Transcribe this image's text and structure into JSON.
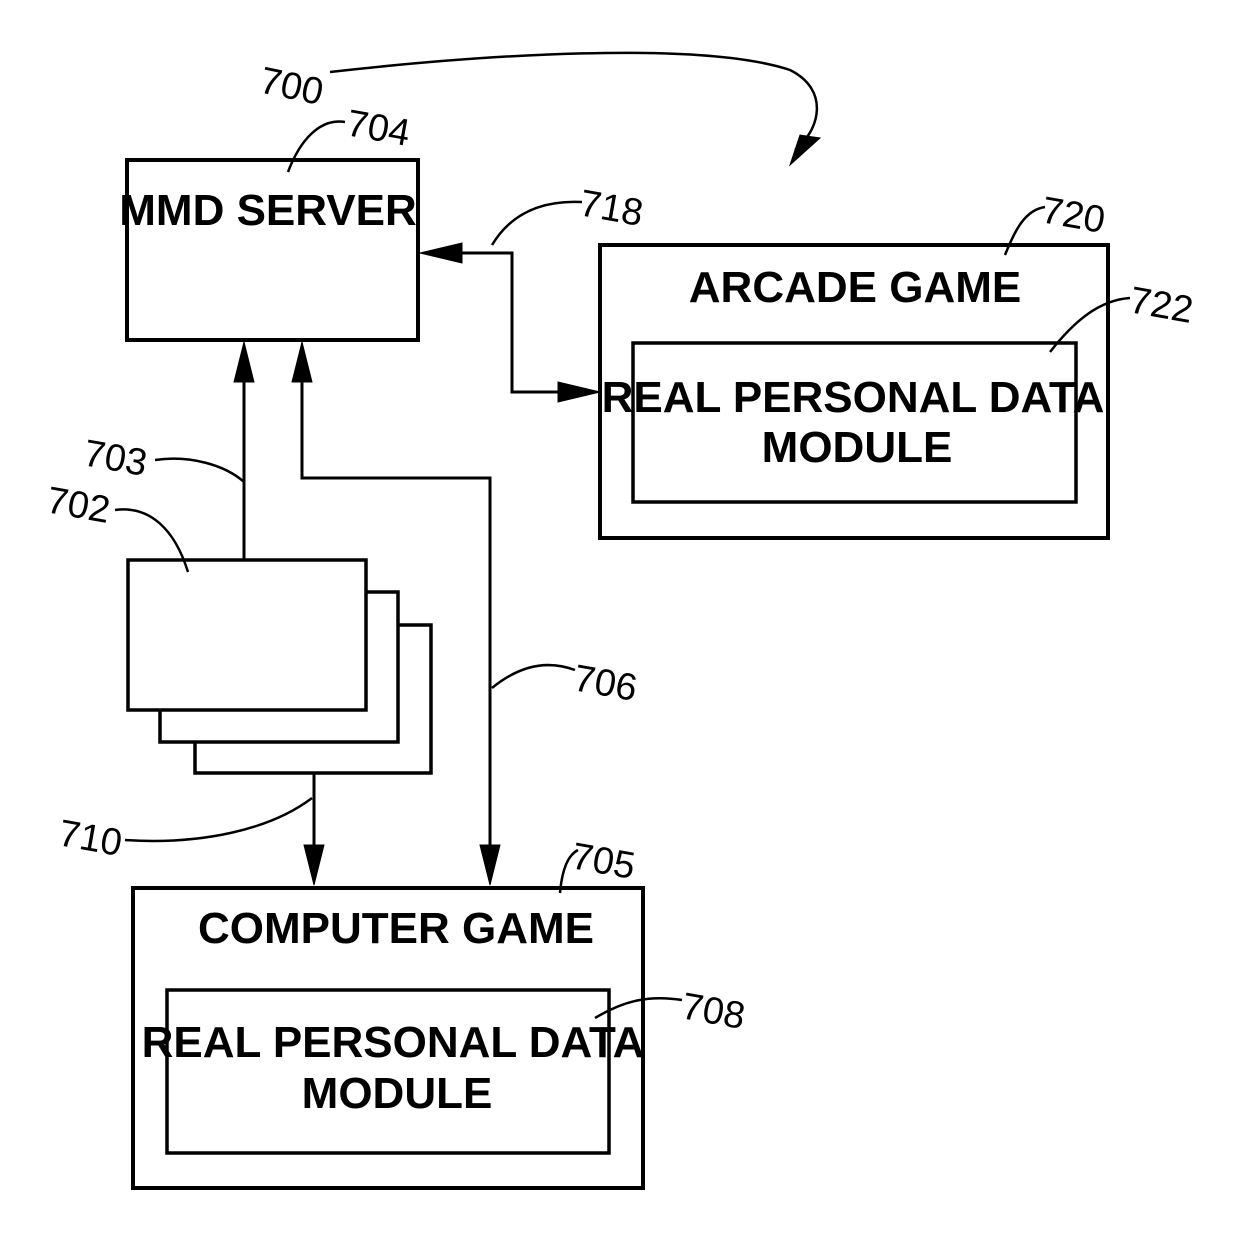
{
  "figure": {
    "overall_ref": "700",
    "mmd_server": {
      "label": "MMD SERVER",
      "ref": "704"
    },
    "arcade_game": {
      "label": "ARCADE GAME",
      "ref": "720",
      "module": {
        "line1": "REAL PERSONAL DATA",
        "line2": "MODULE",
        "ref": "722"
      }
    },
    "computer_game": {
      "label": "COMPUTER GAME",
      "ref": "705",
      "module": {
        "line1": "REAL PERSONAL DATA",
        "line2": "MODULE",
        "ref": "708"
      }
    },
    "media_stack": {
      "ref": "702"
    },
    "links": {
      "media_to_server": "703",
      "server_to_computer_game": "706",
      "server_to_arcade_game": "718",
      "media_to_computer_game": "710"
    }
  }
}
